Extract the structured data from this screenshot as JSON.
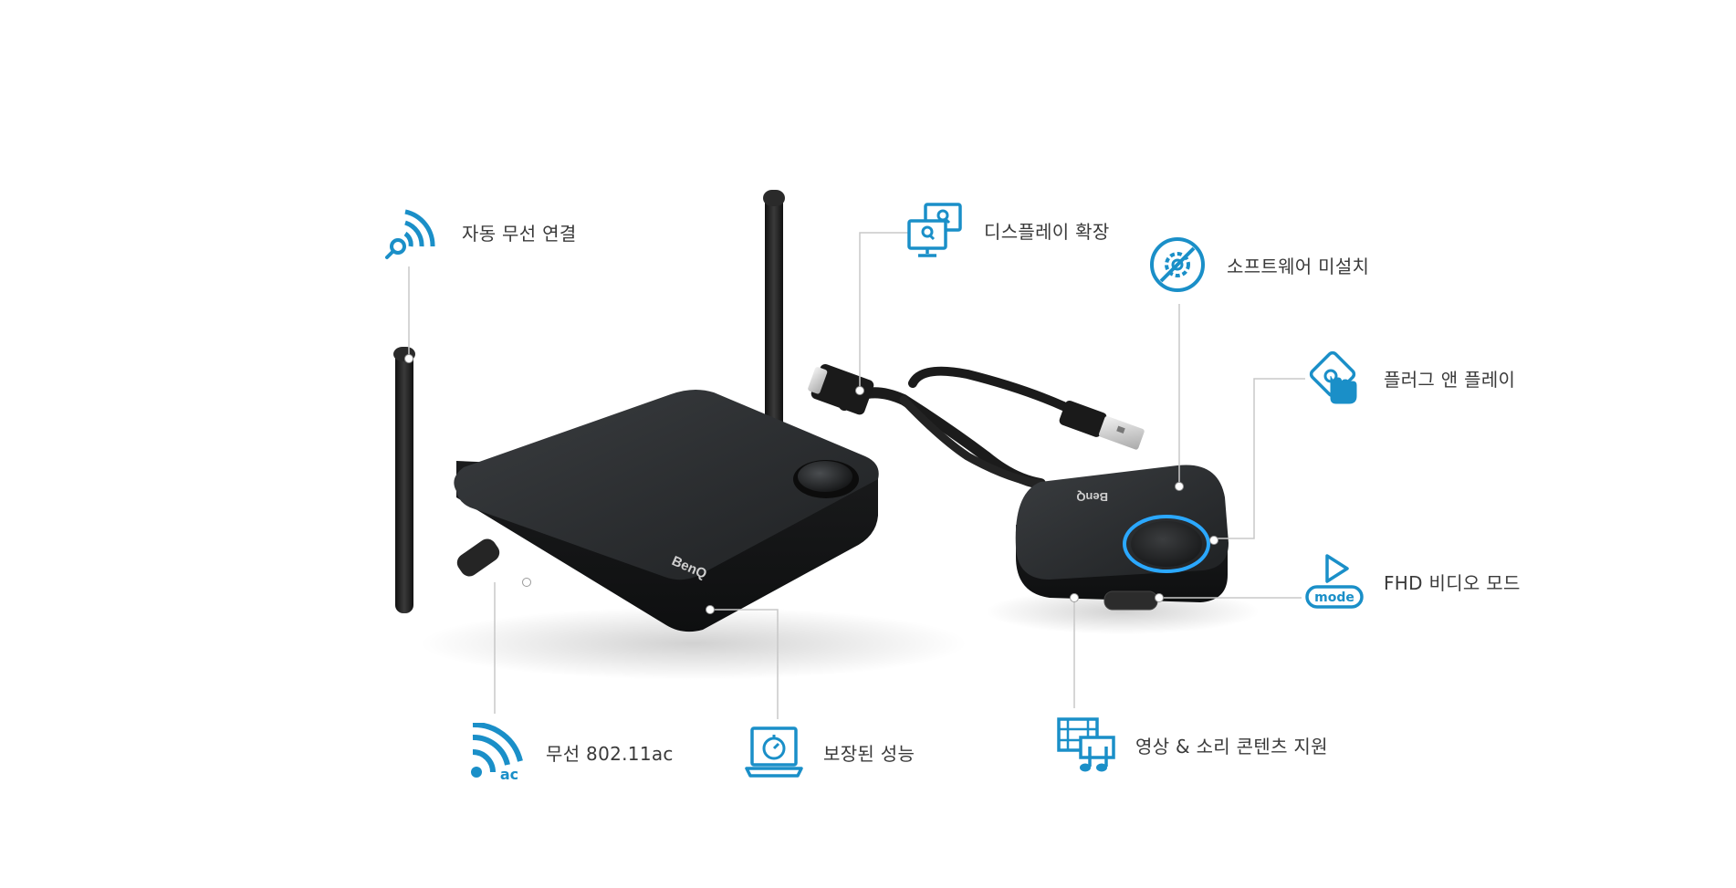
{
  "colors": {
    "accent": "#1a8fc8",
    "leader": "#c8c8c8",
    "device": "#1d1f20",
    "label": "#3a3a3a"
  },
  "product": {
    "brand": "BenQ"
  },
  "features": [
    {
      "id": "auto-wireless",
      "label": "자동 무선 연결",
      "icon": "wifi-search-icon"
    },
    {
      "id": "display-extend",
      "label": "디스플레이 확장",
      "icon": "dual-monitor-icon"
    },
    {
      "id": "no-software",
      "label": "소프트웨어 미설치",
      "icon": "no-software-icon"
    },
    {
      "id": "plug-play",
      "label": "플러그 앤 플레이",
      "icon": "touch-hand-icon"
    },
    {
      "id": "fhd-video",
      "label": "FHD 비디오 모드",
      "icon": "play-mode-icon",
      "badge": "mode"
    },
    {
      "id": "wireless-ac",
      "label": "무선 802.11ac",
      "icon": "wifi-ac-icon",
      "badge": "ac"
    },
    {
      "id": "performance",
      "label": "보장된 성능",
      "icon": "laptop-stopwatch-icon"
    },
    {
      "id": "av-content",
      "label": "영상 & 소리 콘텐츠 지원",
      "icon": "video-music-icon"
    }
  ]
}
